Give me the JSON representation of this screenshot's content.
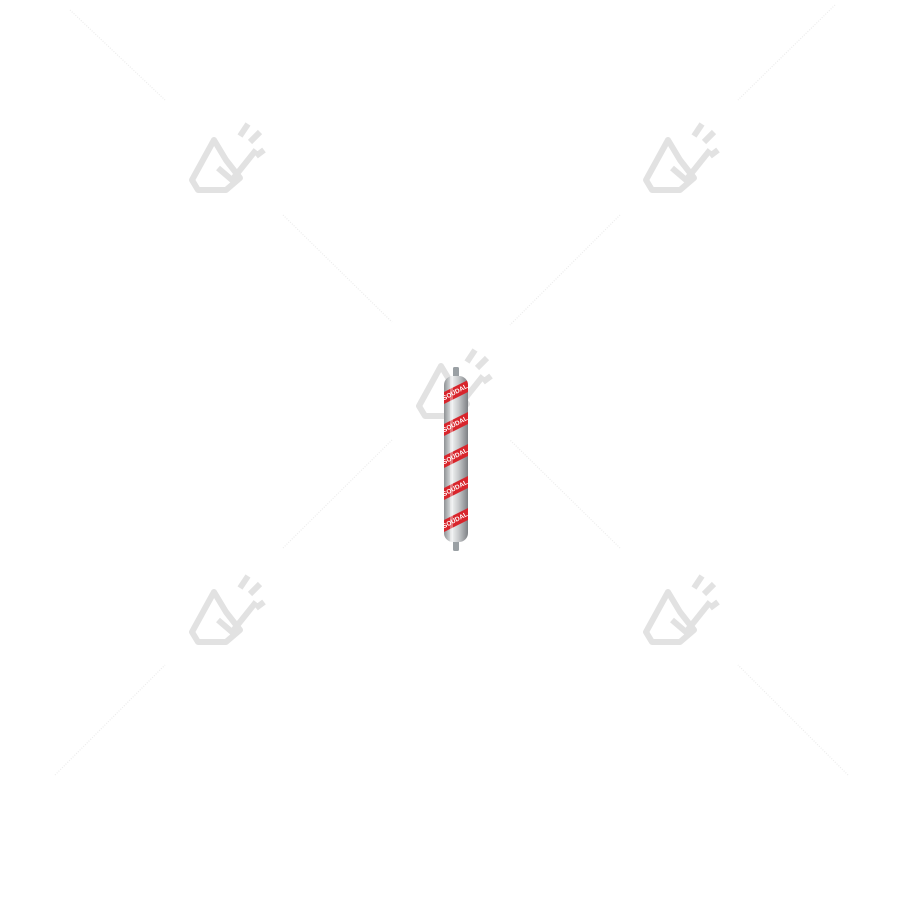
{
  "image": {
    "background_color": "#ffffff",
    "product": {
      "kind": "sausage-pack",
      "brand_text": "SOUDAL",
      "colors": {
        "foil": "#c9cbcd",
        "stripe": "#d8252c",
        "clip": "#9aa0a4"
      },
      "repeat_count": 5
    },
    "watermark": {
      "icon": "diamond-check-logo-icon",
      "color": "#e6e6e6",
      "count": 5
    }
  }
}
